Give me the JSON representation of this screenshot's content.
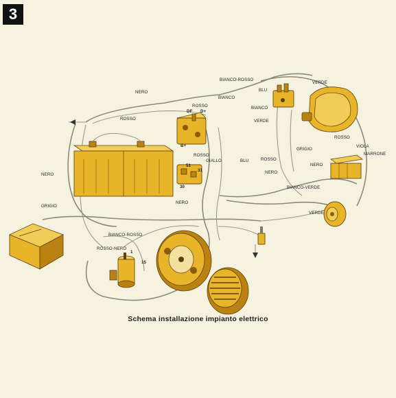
{
  "figure": {
    "number": "3",
    "caption": "Schema installazione impianto elettrico"
  },
  "labels": {
    "nero_top": "NERO",
    "rosso_top": "ROSSO",
    "rosso_mid": "ROSSO",
    "bianco_rosso_top": "BIANCO-ROSSO",
    "bianco_top": "BIANCO",
    "blu_top": "BLU",
    "verde_top": "VERDE",
    "bianco_right": "BIANCO",
    "verde_mid": "VERDE",
    "grigio_right": "GRIGIO",
    "rosso_right": "ROSSO",
    "viola": "VIOLA",
    "marrone": "MARRONE",
    "nero_right": "NERO",
    "rosso_center": "ROSSO",
    "nero_center": "NERO",
    "giallo": "GIALLO",
    "blu_mid": "BLU",
    "rosso_reg": "ROSSO",
    "nero_left": "NERO",
    "nero_bottom": "NERO",
    "bianco_verde": "BIANCO-VERDE",
    "verde_right": "VERDE",
    "grigio_left": "GRIGIO",
    "bianco_rosso_bottom": "BIANCO-ROSSO",
    "rosso_nero": "ROSSO-NERO",
    "term_df": "DF",
    "term_d_plus": "D+",
    "term_51": "51",
    "term_31": "31",
    "term_b_plus": "B+",
    "term_30": "30",
    "term_15": "15",
    "term_1": "1"
  }
}
